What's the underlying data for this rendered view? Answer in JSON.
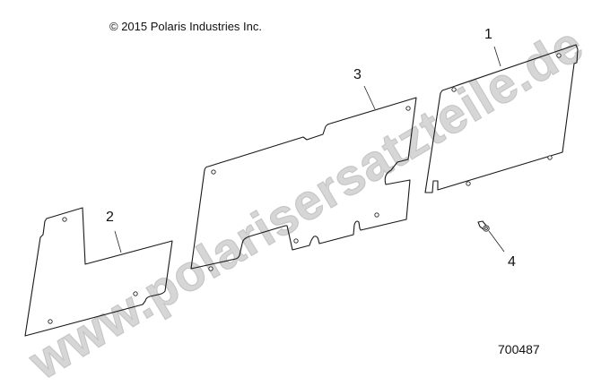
{
  "diagram": {
    "copyright": "© 2015 Polaris Industries Inc.",
    "reference_number": "700487",
    "watermark": "www.polarisersatzteile.de",
    "callouts": [
      {
        "id": 1,
        "label": "1",
        "part": "panel-right"
      },
      {
        "id": 2,
        "label": "2",
        "part": "panel-left-l-shaped"
      },
      {
        "id": 3,
        "label": "3",
        "part": "panel-center"
      },
      {
        "id": 4,
        "label": "4",
        "part": "push-rivet-fastener"
      }
    ],
    "colors": {
      "line": "#1a1a1a",
      "watermark": "#d0d0d0",
      "background": "#ffffff"
    }
  }
}
